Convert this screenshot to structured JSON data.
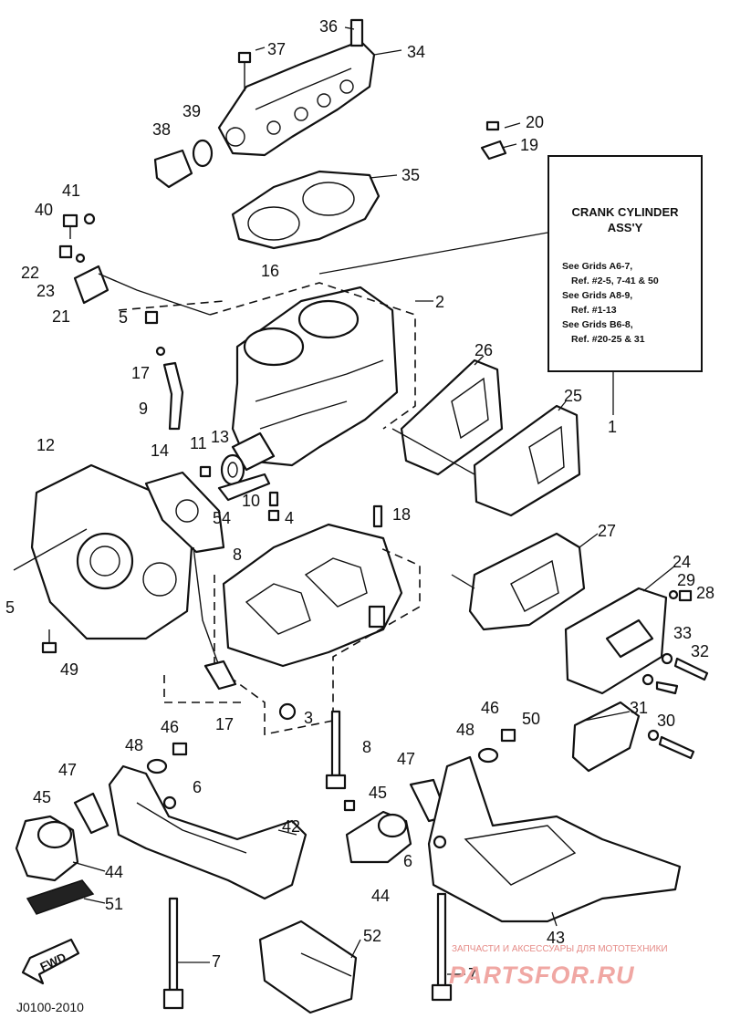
{
  "note": {
    "title_line1": "CRANK CYLINDER",
    "title_line2": "ASS'Y",
    "lines": [
      "See Grids A6-7,",
      "Ref. #2-5, 7-41 & 50",
      "See Grids A8-9,",
      "Ref. #1-13",
      "See Grids B6-8,",
      "Ref. #20-25 & 31"
    ]
  },
  "callouts": [
    "36",
    "34",
    "37",
    "38",
    "39",
    "20",
    "19",
    "35",
    "40",
    "41",
    "22",
    "23",
    "21",
    "16",
    "2",
    "5",
    "17",
    "9",
    "26",
    "25",
    "1",
    "12",
    "14",
    "11",
    "13",
    "10",
    "54",
    "4",
    "18",
    "8",
    "27",
    "24",
    "29",
    "28",
    "33",
    "32",
    "31",
    "30",
    "50",
    "49",
    "3",
    "17",
    "8",
    "48",
    "46",
    "46",
    "48",
    "47",
    "47",
    "45",
    "45",
    "6",
    "6",
    "42",
    "44",
    "44",
    "51",
    "43",
    "7",
    "7",
    "52",
    "5"
  ],
  "fwd_label": "FWD",
  "drawing_code": "J0100-2010",
  "watermark": {
    "small": "ЗАПЧАСТИ И АКСЕССУАРЫ ДЛЯ МОТОТЕХНИКИ",
    "big": "PARTSFOR.RU"
  }
}
